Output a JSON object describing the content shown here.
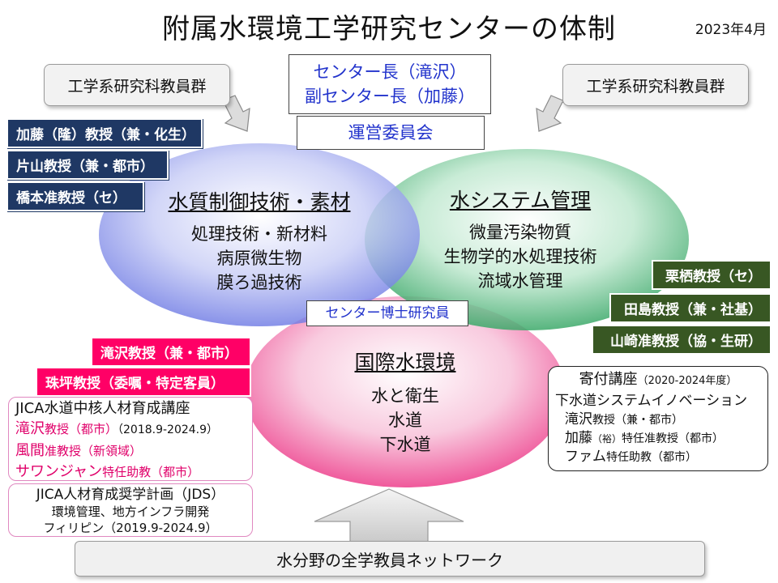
{
  "title": "附属水環境工学研究センターの体制",
  "date": "2023年4月",
  "faculty_left": "工学系研究科教員群",
  "faculty_right": "工学系研究科教員群",
  "leadership": {
    "director": "センター長（滝沢）",
    "vice_director": "副センター長（加藤）"
  },
  "committee": "運営委員会",
  "navy_members": [
    "加藤（隆）教授（兼・化生）",
    "片山教授（兼・都市）",
    "橋本准教授（セ）"
  ],
  "green_members": [
    "栗栖教授（セ）",
    "田島教授（兼・社基）",
    "山崎准教授（協・生研）"
  ],
  "pink_members": [
    "滝沢教授（兼・都市）",
    "珠坪教授（委嘱・特定客員）"
  ],
  "blue_ellipse": {
    "title": "水質制御技術・素材",
    "lines": [
      "処理技術・新材料",
      "病原微生物",
      "膜ろ過技術"
    ]
  },
  "green_ellipse": {
    "title": "水システム管理",
    "lines": [
      "微量汚染物質",
      "生物学的水処理技術",
      "流域水管理"
    ]
  },
  "pink_ellipse": {
    "title": "国際水環境",
    "lines": [
      "水と衛生",
      "水道",
      "下水道"
    ]
  },
  "postdoc": "センター博士研究員",
  "jica1": {
    "title": "JICA水道中核人材育成講座",
    "rows": [
      {
        "name": "滝沢",
        "role": "教授（都市）",
        "period": "（2018.9-2024.9）"
      },
      {
        "name": "風間",
        "role": "准教授（新領域）"
      },
      {
        "name": "サワンジャン",
        "role": "特任助教（都市）"
      }
    ]
  },
  "jica2": {
    "title": "JICA人材育成奨学計画（JDS）",
    "line1": "環境管理、地方インフラ開発",
    "line2": "フィリピン（2019.9-2024.9）"
  },
  "endowed": {
    "title": "寄付講座",
    "title_period": "（2020-2024年度）",
    "subtitle": "下水道システムイノベーション",
    "rows": [
      {
        "name": "滝沢",
        "role": "教授（兼・都市）"
      },
      {
        "name": "加藤",
        "sub": "（裕）",
        "role": "特任准教授（都市）"
      },
      {
        "name": "ファム",
        "role": "特任助教（都市）"
      }
    ]
  },
  "network": "水分野の全学教員ネットワーク",
  "colors": {
    "navy": "#1f3864",
    "green": "#385723",
    "pink": "#ff0066",
    "text_blue": "#2233cc",
    "jica_red": "#e0006a"
  }
}
